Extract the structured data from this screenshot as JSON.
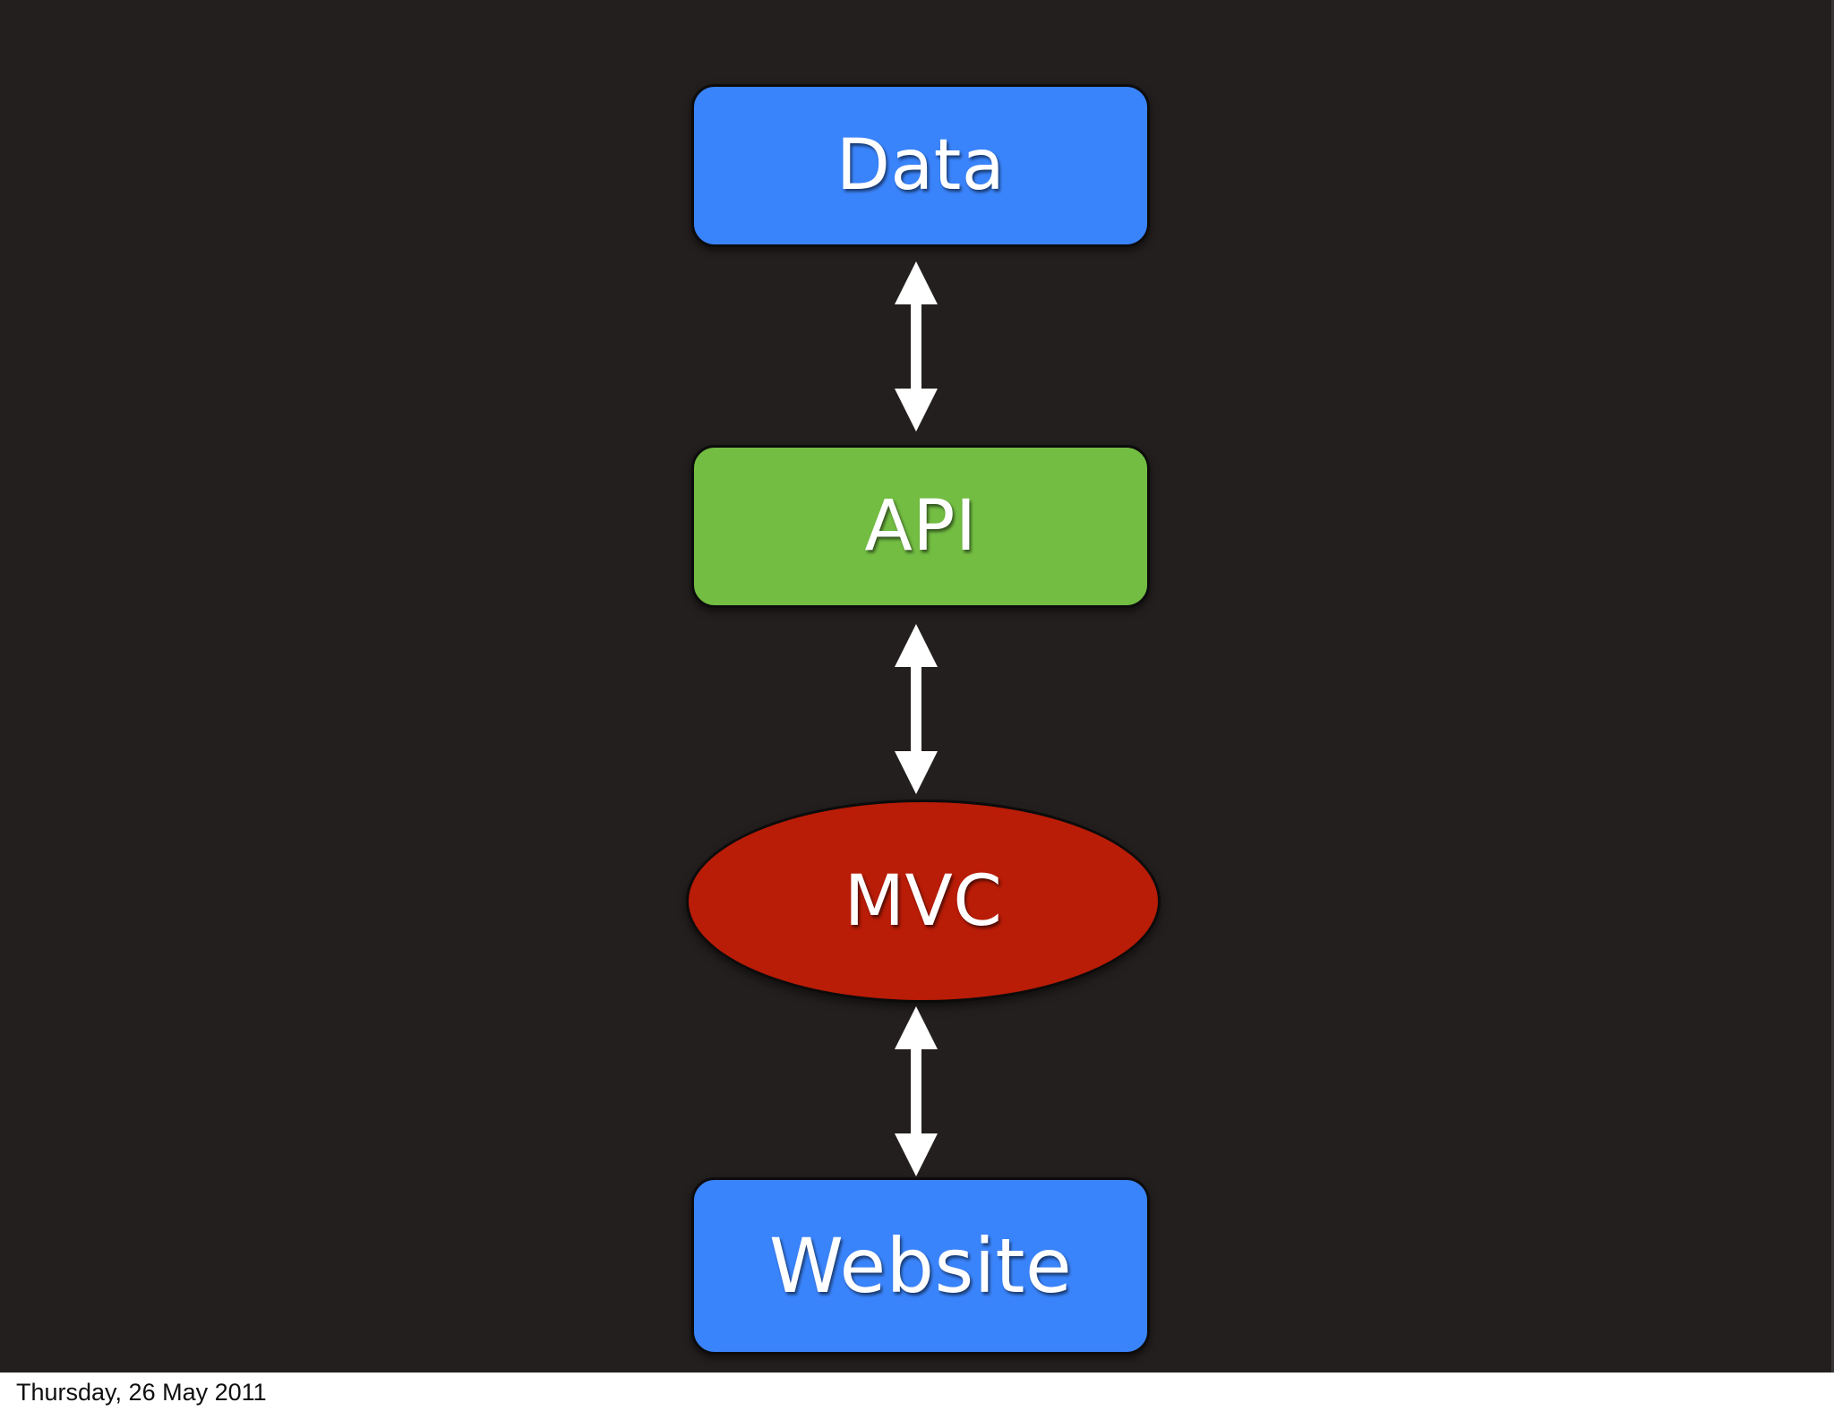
{
  "slide": {
    "background_color": "#231f1e",
    "footer_background_color": "#ffffff",
    "date": "Thursday, 26 May 2011"
  },
  "diagram": {
    "type": "flow",
    "orientation": "vertical",
    "nodes": [
      {
        "id": "data",
        "label": "Data",
        "shape": "rounded-rectangle",
        "fill": "#3a84fb",
        "text_color": "#ffffff"
      },
      {
        "id": "api",
        "label": "API",
        "shape": "rounded-rectangle",
        "fill": "#72bd42",
        "text_color": "#ffffff"
      },
      {
        "id": "mvc",
        "label": "MVC",
        "shape": "ellipse",
        "fill": "#b91c07",
        "text_color": "#ffffff"
      },
      {
        "id": "website",
        "label": "Website",
        "shape": "rounded-rectangle",
        "fill": "#3a84fb",
        "text_color": "#ffffff"
      }
    ],
    "connectors": [
      {
        "id": "data-api",
        "from": "data",
        "to": "api",
        "style": "double-headed-arrow",
        "color": "#ffffff"
      },
      {
        "id": "api-mvc",
        "from": "api",
        "to": "mvc",
        "style": "double-headed-arrow",
        "color": "#ffffff"
      },
      {
        "id": "mvc-website",
        "from": "mvc",
        "to": "website",
        "style": "double-headed-arrow",
        "color": "#ffffff"
      }
    ]
  }
}
